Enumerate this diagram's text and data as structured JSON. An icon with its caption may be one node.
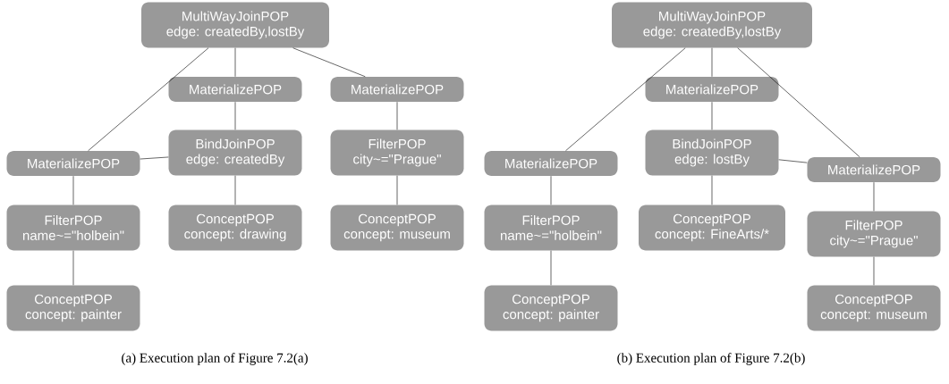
{
  "diagram": {
    "nodes": [
      {
        "text": [
          "MultiWayJoinPOP",
          "edge: createdBy,lostBy"
        ]
      },
      {
        "text": [
          "MaterializePOP"
        ]
      },
      {
        "text": [
          "MaterializePOP"
        ]
      },
      {
        "text": [
          "MaterializePOP"
        ]
      },
      {
        "text": [
          "BindJoinPOP",
          "edge: createdBy"
        ]
      },
      {
        "text": [
          "FilterPOP",
          "city~=\"Prague\""
        ]
      },
      {
        "text": [
          "FilterPOP",
          "name~=\"holbein\""
        ]
      },
      {
        "text": [
          "ConceptPOP",
          "concept: drawing"
        ]
      },
      {
        "text": [
          "ConceptPOP",
          "concept: museum"
        ]
      },
      {
        "text": [
          "ConceptPOP",
          "concept: painter"
        ]
      },
      {
        "text": [
          "MultiWayJoinPOP",
          "edge: createdBy,lostBy"
        ]
      },
      {
        "text": [
          "MaterializePOP"
        ]
      },
      {
        "text": [
          "MaterializePOP"
        ]
      },
      {
        "text": [
          "BindJoinPOP",
          "edge: lostBy"
        ]
      },
      {
        "text": [
          "MaterializePOP"
        ]
      },
      {
        "text": [
          "FilterPOP",
          "name~=\"holbein\""
        ]
      },
      {
        "text": [
          "ConceptPOP",
          "concept: FineArts/*"
        ]
      },
      {
        "text": [
          "FilterPOP",
          "city~=\"Prague\""
        ]
      },
      {
        "text": [
          "ConceptPOP",
          "concept: painter"
        ]
      },
      {
        "text": [
          "ConceptPOP",
          "concept: museum"
        ]
      }
    ],
    "edges": [
      {
        "from": 0,
        "to": 3,
        "arrow": "none"
      },
      {
        "from": 0,
        "to": 1,
        "arrow": "none"
      },
      {
        "from": 0,
        "to": 2,
        "arrow": "none"
      },
      {
        "from": 1,
        "to": 4,
        "arrow": "none"
      },
      {
        "from": 4,
        "to": 3,
        "arrow": "none"
      },
      {
        "from": 2,
        "to": 5,
        "arrow": "none"
      },
      {
        "from": 3,
        "to": 6,
        "arrow": "none"
      },
      {
        "from": 4,
        "to": 7,
        "arrow": "none"
      },
      {
        "from": 5,
        "to": 8,
        "arrow": "none"
      },
      {
        "from": 6,
        "to": 9,
        "arrow": "none"
      },
      {
        "from": 10,
        "to": 12,
        "arrow": "none"
      },
      {
        "from": 10,
        "to": 11,
        "arrow": "none"
      },
      {
        "from": 10,
        "to": 14,
        "arrow": "none"
      },
      {
        "from": 11,
        "to": 13,
        "arrow": "none"
      },
      {
        "from": 13,
        "to": 14,
        "arrow": "none"
      },
      {
        "from": 12,
        "to": 15,
        "arrow": "none"
      },
      {
        "from": 13,
        "to": 16,
        "arrow": "none"
      },
      {
        "from": 14,
        "to": 17,
        "arrow": "none"
      },
      {
        "from": 15,
        "to": 18,
        "arrow": "none"
      },
      {
        "from": 17,
        "to": 19,
        "arrow": "none"
      }
    ],
    "labels": [
      "(a) Execution plan of Figure 7.2(a)",
      "(b) Execution plan of Figure 7.2(b)"
    ]
  }
}
